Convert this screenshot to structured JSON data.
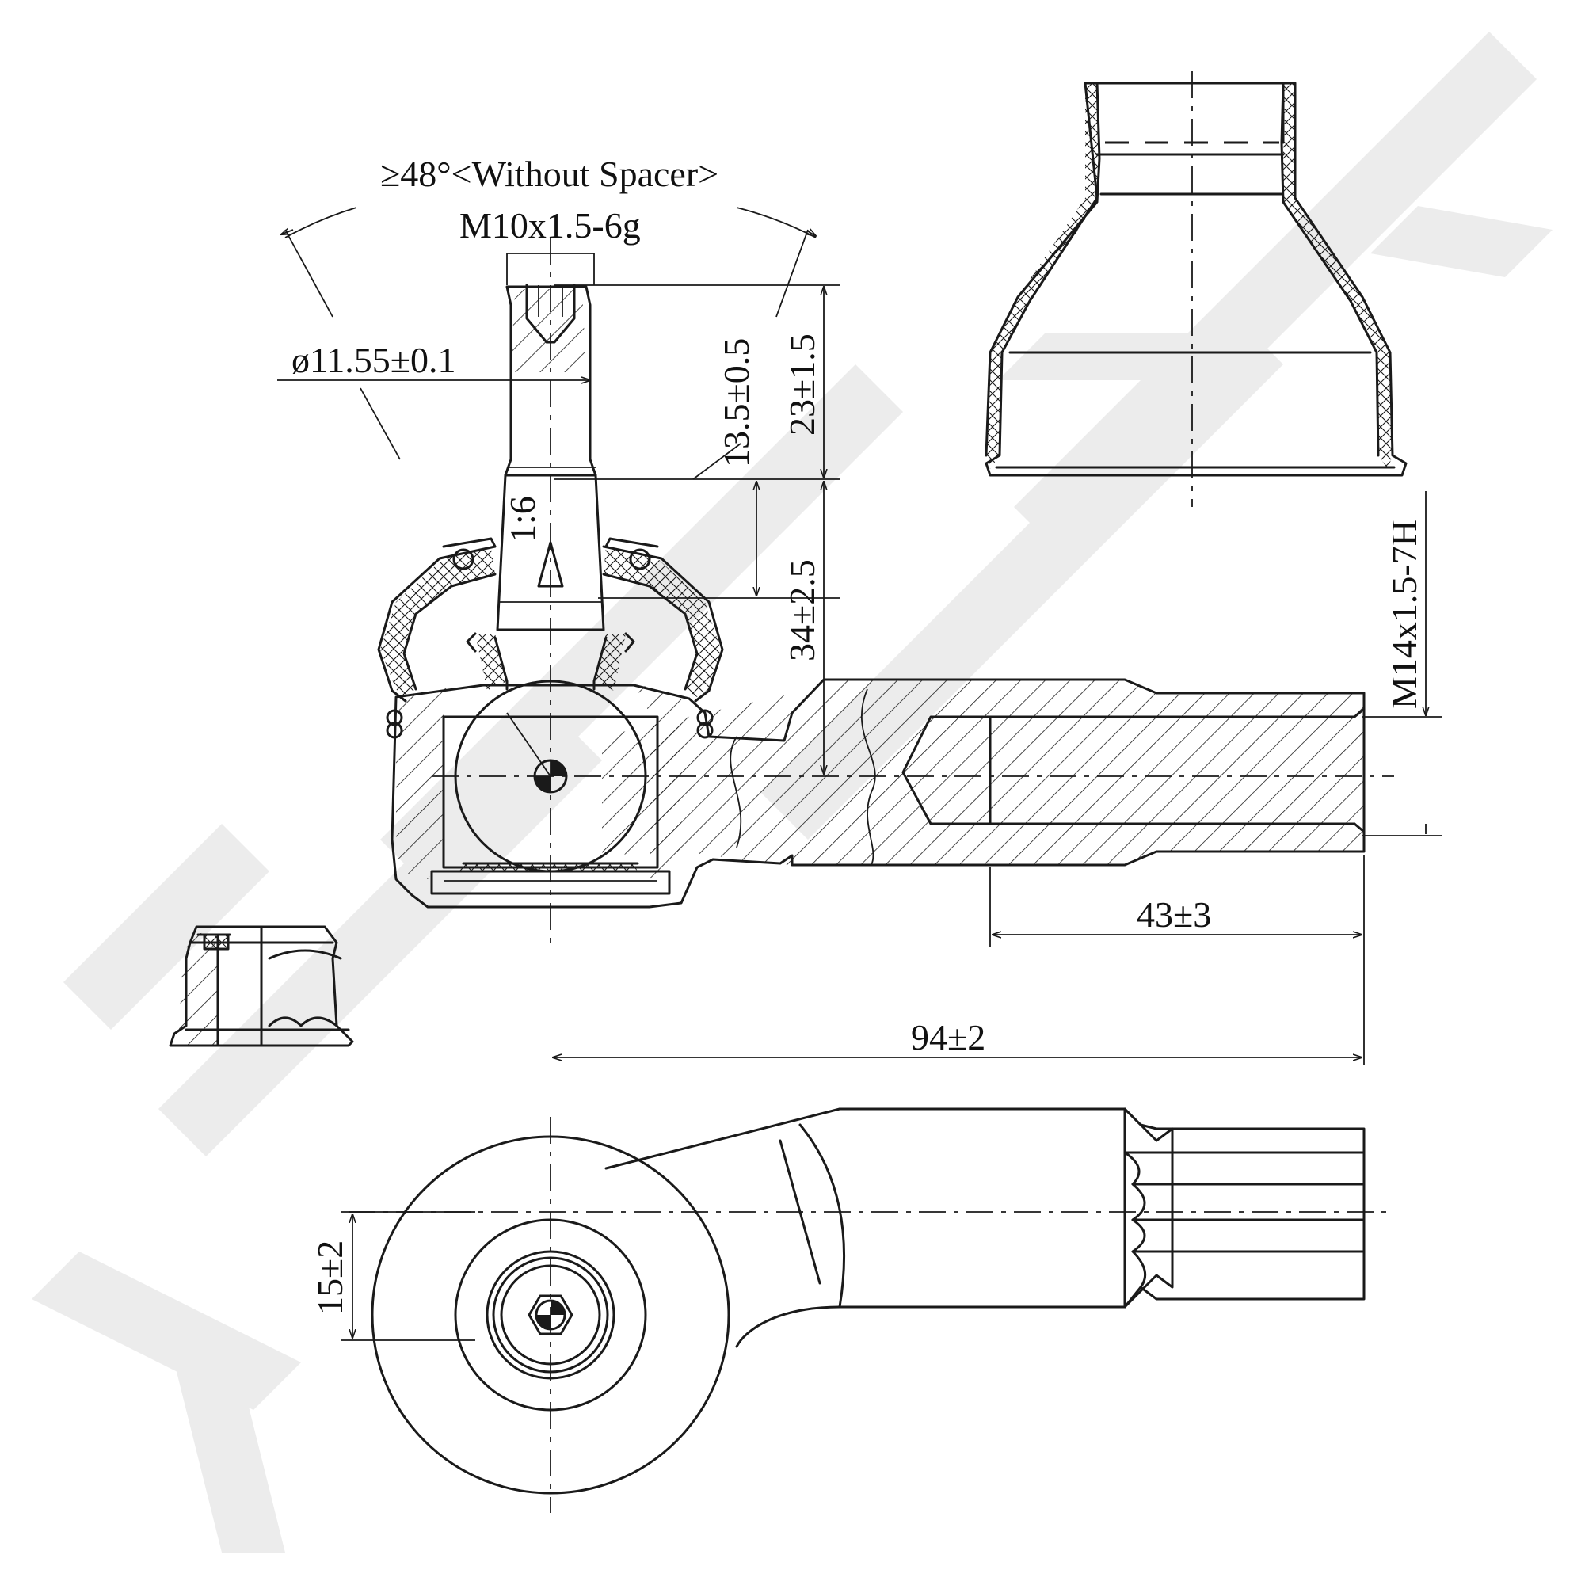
{
  "labels": {
    "angle": "≥48°<Without Spacer>",
    "stud_thread": "M10x1.5-6g",
    "stud_diameter": "ø11.55±0.1",
    "taper_ratio": "1:6",
    "dim_13_5": "13.5±0.5",
    "dim_23": "23±1.5",
    "dim_34": "34±2.5",
    "inner_thread": "M14x1.5-7H",
    "dim_43": "43±3",
    "dim_94": "94±2",
    "dim_15": "15±2"
  },
  "colors": {
    "line": "#1a1a1a",
    "watermark": "#ececec",
    "background": "#ffffff"
  }
}
